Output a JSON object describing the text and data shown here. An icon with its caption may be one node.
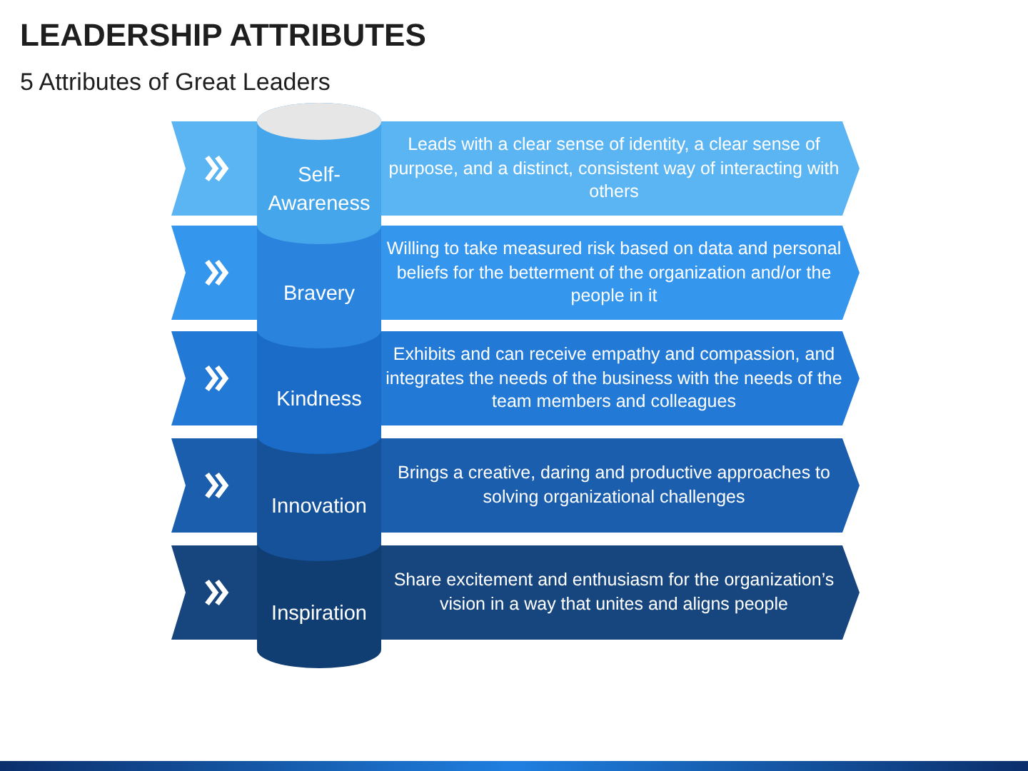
{
  "diagram": {
    "title": "LEADERSHIP ATTRIBUTES",
    "nodes": [
      {
        "text": [
          "Self-Awareness"
        ]
      },
      {
        "text": [
          "Leads with a clear sense of identity, a clear sense of purpose, and a distinct, consistent way of interacting with others"
        ]
      },
      {
        "text": [
          "Bravery"
        ]
      },
      {
        "text": [
          "Willing to take measured risk based on data and personal beliefs for the betterment of the organization and/or the people in it"
        ]
      },
      {
        "text": [
          "Kindness"
        ]
      },
      {
        "text": [
          "Exhibits and can receive empathy and compassion, and integrates the needs of the business with the needs of the team members and colleagues"
        ]
      },
      {
        "text": [
          "Innovation"
        ]
      },
      {
        "text": [
          "Brings a creative, daring and productive approaches to solving organizational challenges"
        ]
      },
      {
        "text": [
          "Inspiration"
        ]
      },
      {
        "text": [
          "Share excitement and enthusiasm for the organization’s vision in a way that unites and aligns people"
        ]
      }
    ],
    "edges": [],
    "labels": [
      "5 Attributes of Great Leaders"
    ]
  }
}
